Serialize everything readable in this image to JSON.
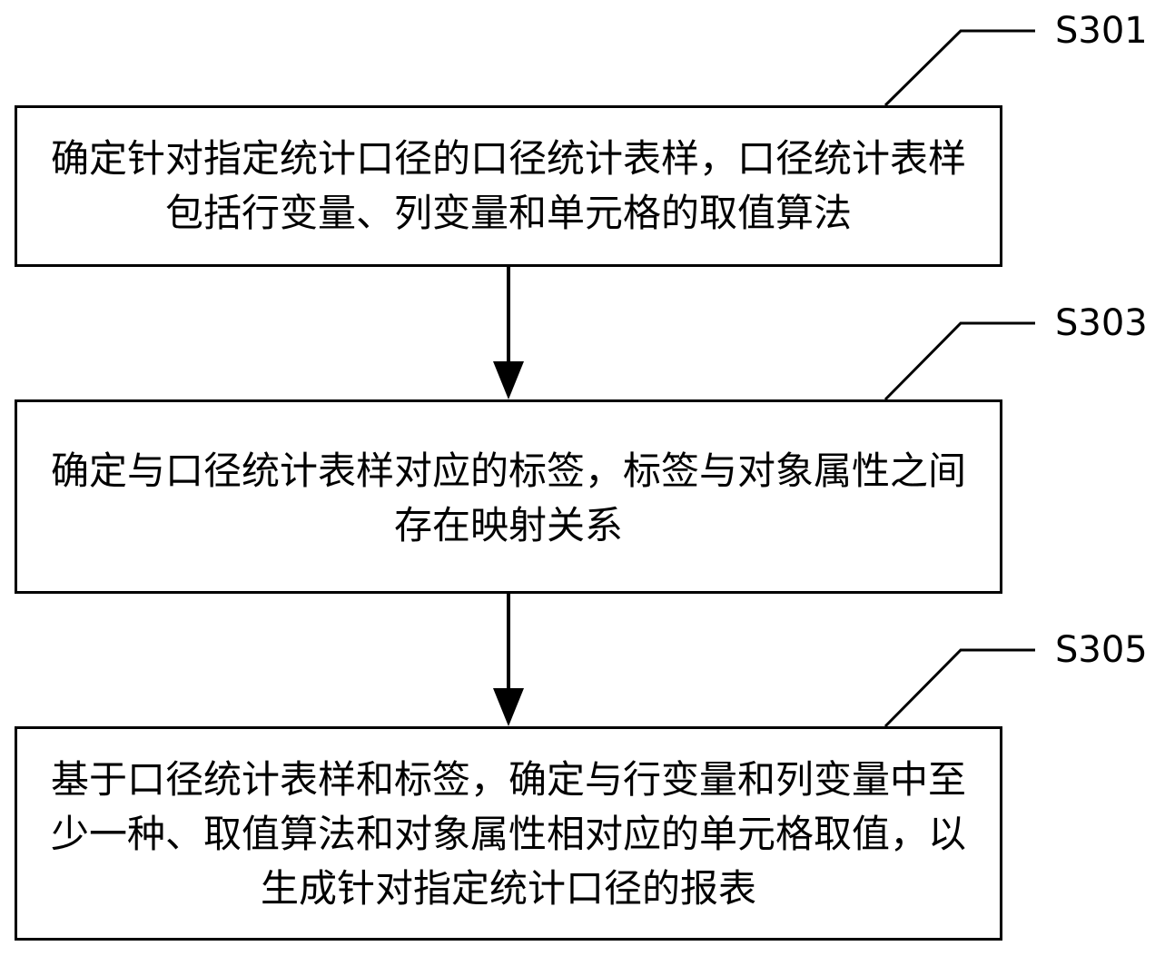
{
  "steps": [
    {
      "id": "S301",
      "text": "确定针对指定统计口径的口径统计表样，口径统计表样包括行变量、列变量和单元格的取值算法"
    },
    {
      "id": "S303",
      "text": "确定与口径统计表样对应的标签，标签与对象属性之间存在映射关系"
    },
    {
      "id": "S305",
      "text": "基于口径统计表样和标签，确定与行变量和列变量中至少一种、取值算法和对象属性相对应的单元格取值，以生成针对指定统计口径的报表"
    }
  ]
}
